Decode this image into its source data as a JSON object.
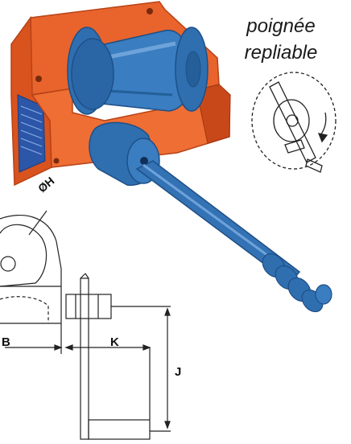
{
  "caption": {
    "line1": "poignée",
    "line2": "repliable"
  },
  "dimensions": {
    "h": "ØH",
    "b": "B",
    "k": "K",
    "j": "J"
  },
  "colors": {
    "housing": "#e8642c",
    "housing_dark": "#c9481a",
    "drum": "#2f6fb0",
    "drum_dark": "#1f4f86",
    "label_plate": "#2c56a8"
  }
}
